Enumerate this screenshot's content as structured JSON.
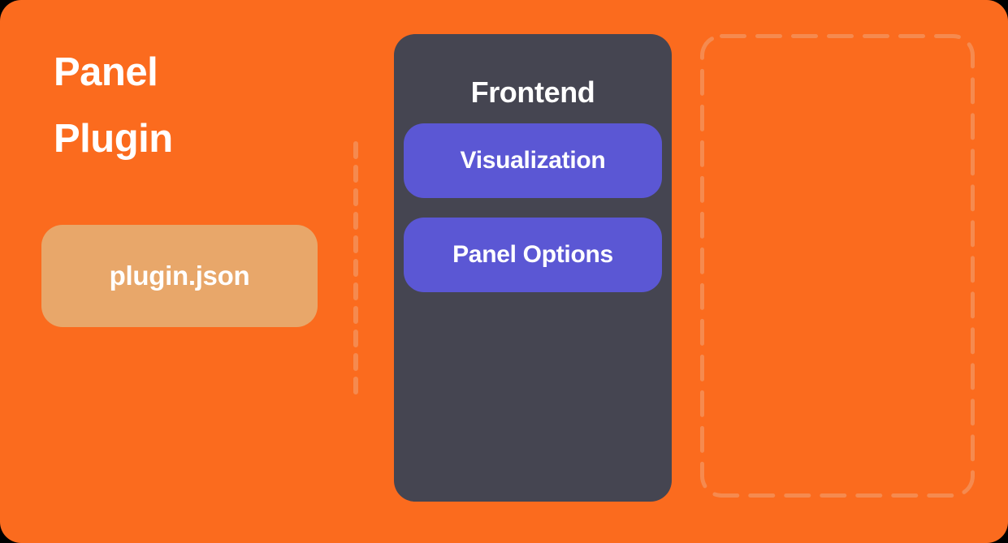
{
  "diagram": {
    "background_color": "#FB6B1E",
    "title": {
      "line1": "Panel",
      "line2": "Plugin"
    },
    "manifest_box": {
      "label": "plugin.json",
      "fill_color": "#E8A76A",
      "text_color": "#FFFFFF"
    },
    "divider": {
      "name": "dashed-vertical-divider",
      "color": "#F58A4F"
    },
    "frontend_panel": {
      "title": "Frontend",
      "fill_color": "#454551",
      "items": [
        {
          "label": "Visualization",
          "color": "#5B57D4"
        },
        {
          "label": "Panel Options",
          "color": "#5B57D4"
        }
      ]
    },
    "placeholder_box": {
      "name": "empty-dashed-placeholder",
      "label": "",
      "border_color": "#F58A4F"
    }
  }
}
